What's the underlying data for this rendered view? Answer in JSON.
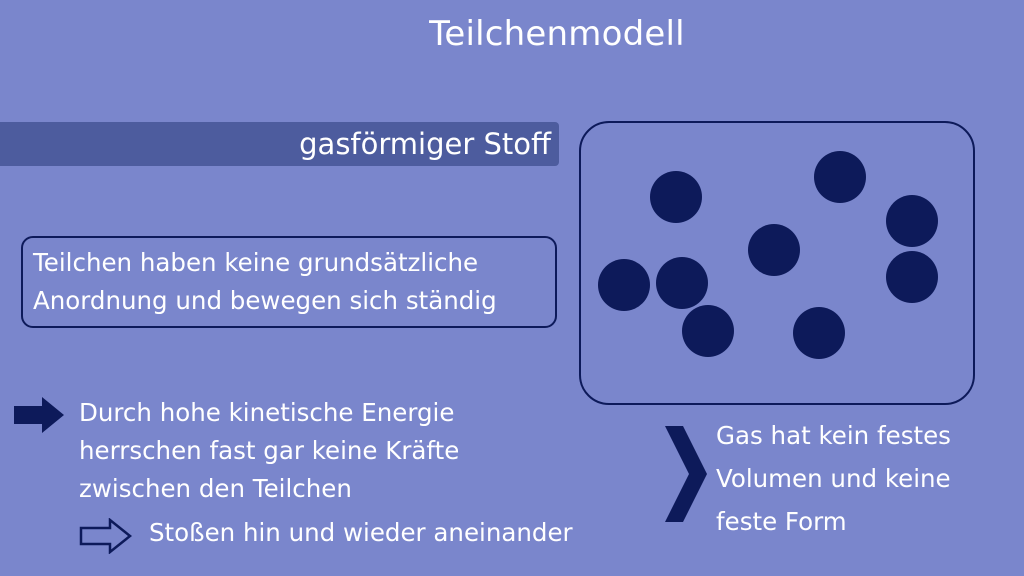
{
  "slide": {
    "title": "Teilchenmodell",
    "state_label": "gasförmiger Stoff",
    "description": {
      "line1": "Teilchen haben keine grundsätzliche",
      "line2": "Anordnung und bewegen sich ständig"
    },
    "energy_text": {
      "line1": "Durch hohe kinetische Energie",
      "line2": "herrschen fast gar keine Kräfte",
      "line3": "zwischen den Teilchen"
    },
    "collision_text": "Stoßen hin und wieder aneinander",
    "conclusion": {
      "line1": "Gas hat kein festes",
      "line2": "Volumen und keine",
      "line3": "feste Form"
    },
    "colors": {
      "background": "#7a86cc",
      "banner": "#4d5c9e",
      "dark_blue": "#0d1a5a",
      "text": "#ffffff"
    },
    "icons": {
      "filled_arrow": "arrow-right-filled-icon",
      "outline_arrow": "arrow-right-outline-icon",
      "chevron": "chevron-right-icon"
    }
  }
}
